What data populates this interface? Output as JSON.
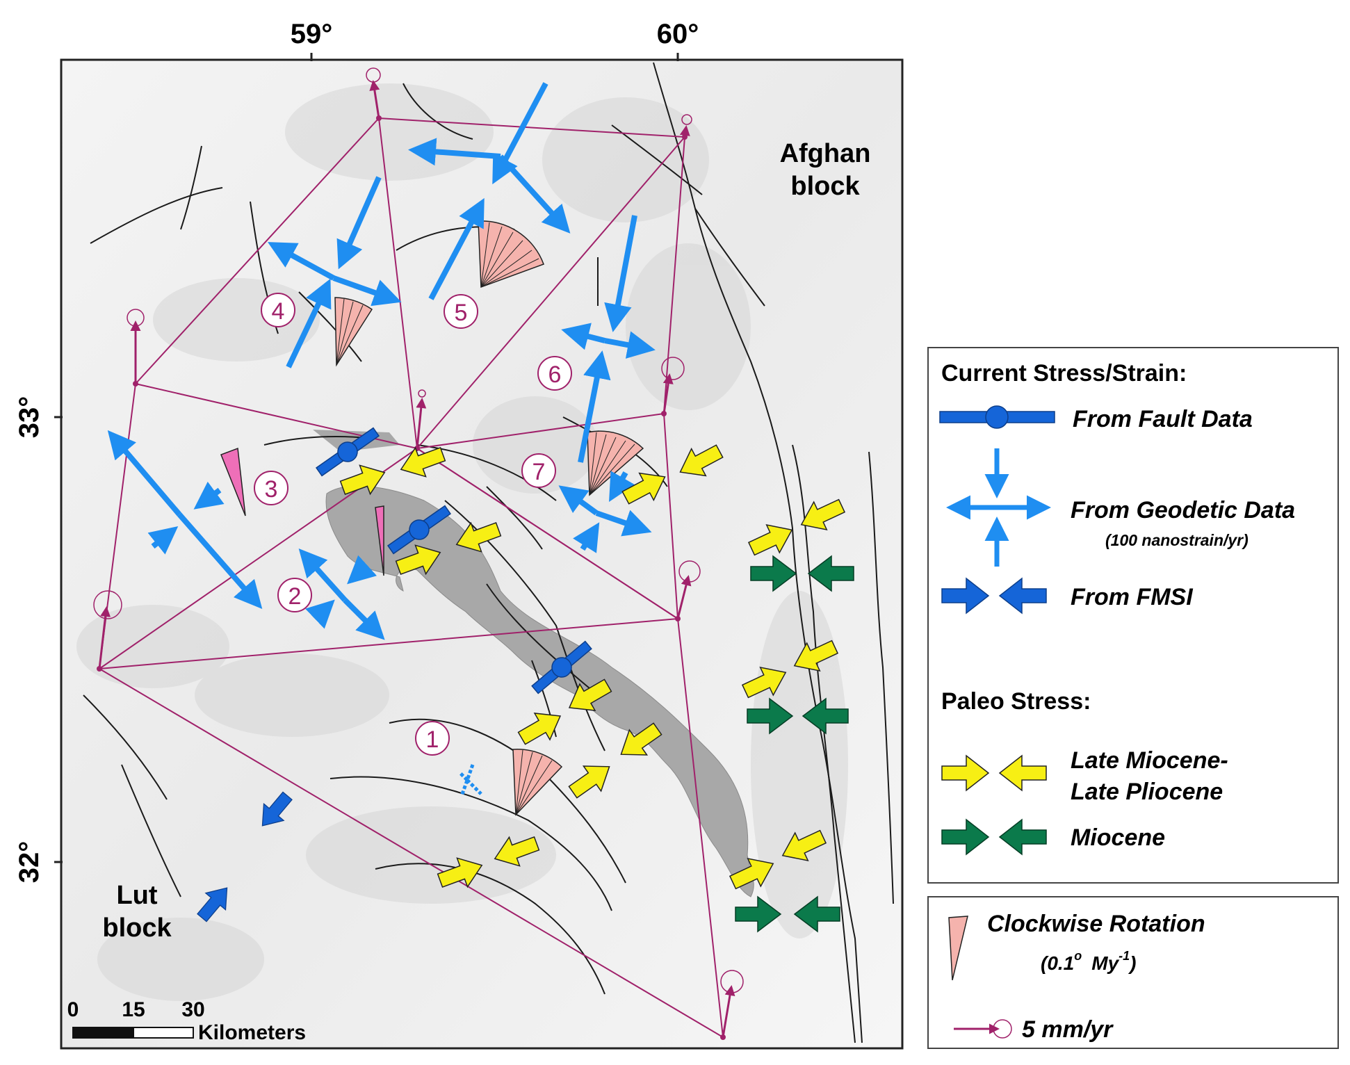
{
  "axes": {
    "lon_labels": [
      "59°",
      "60°"
    ],
    "lat_labels": [
      "33°",
      "32°"
    ]
  },
  "blocks": {
    "afghan": [
      "Afghan",
      "block"
    ],
    "lut": [
      "Lut",
      "block"
    ]
  },
  "region_numbers": [
    "1",
    "2",
    "3",
    "4",
    "5",
    "6",
    "7"
  ],
  "scale_bar": {
    "ticks": [
      "0",
      "15",
      "30"
    ],
    "unit": "Kilometers"
  },
  "legend": {
    "current_title": "Current Stress/Strain:",
    "fault_data": "From Fault Data",
    "geodetic_data": "From Geodetic Data",
    "geodetic_unit": "(100 nanostrain/yr)",
    "fmsi": "From FMSI",
    "paleo_title": "Paleo Stress:",
    "late_miocene_1": "Late Miocene-",
    "late_miocene_2": "Late Pliocene",
    "miocene": "Miocene",
    "rotation": "Clockwise Rotation",
    "rotation_rate_prefix": "(0.1",
    "rotation_rate_deg": "o",
    "rotation_rate_unit": "My",
    "rotation_rate_exp": "-1",
    "rotation_rate_suffix": ")",
    "velocity": "5 mm/yr"
  },
  "colors": {
    "geodetic_blue": "#1f8ef1",
    "fault_blue": "#1565d8",
    "paleo_yellow": "#f7ef14",
    "paleo_green": "#0b7a4b",
    "network_purple": "#a0216a",
    "rotation_pink": "#f5b3ad",
    "rotation_magenta": "#ee6fb8",
    "basin_gray": "#a8a8a8"
  }
}
